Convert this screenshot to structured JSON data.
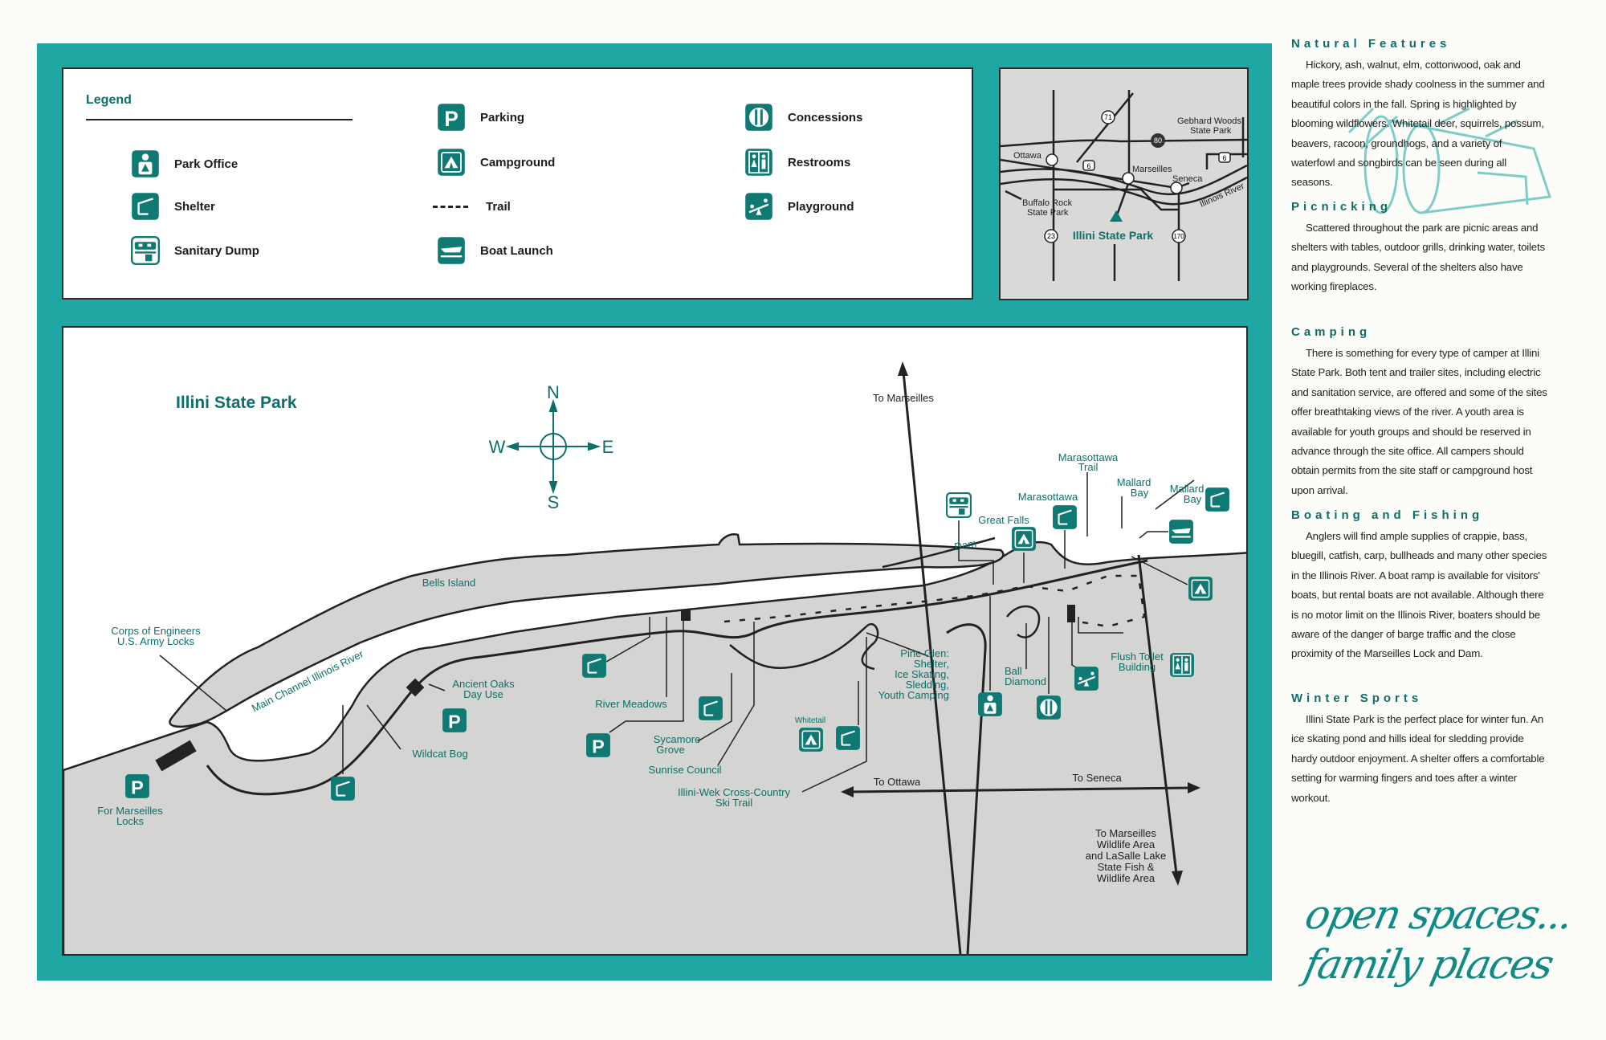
{
  "legend": {
    "title": "Legend",
    "items": [
      {
        "icon": "park-office-icon",
        "label": "Park Office"
      },
      {
        "icon": "shelter-icon",
        "label": "Shelter"
      },
      {
        "icon": "sanitary-dump-icon",
        "label": "Sanitary Dump"
      },
      {
        "icon": "parking-icon",
        "label": "Parking"
      },
      {
        "icon": "campground-icon",
        "label": "Campground"
      },
      {
        "icon": "trail-icon",
        "label": "Trail"
      },
      {
        "icon": "boat-launch-icon",
        "label": "Boat Launch"
      },
      {
        "icon": "concessions-icon",
        "label": "Concessions"
      },
      {
        "icon": "restrooms-icon",
        "label": "Restrooms"
      },
      {
        "icon": "playground-icon",
        "label": "Playground"
      }
    ]
  },
  "inset": {
    "towns": [
      "Ottawa",
      "Marseilles",
      "Seneca"
    ],
    "gebhard": [
      "Gebhard Woods",
      "State Park"
    ],
    "buffalo": [
      "Buffalo Rock",
      "State Park"
    ],
    "river": "Illinois River",
    "park": "Illini State Park",
    "routes": [
      "71",
      "80",
      "6",
      "6",
      "23",
      "170"
    ]
  },
  "map": {
    "title": "Illini State Park",
    "compass": {
      "n": "N",
      "s": "S",
      "e": "E",
      "w": "W"
    },
    "labels": {
      "to_marseilles": "To Marseilles",
      "bells_island": "Bells Island",
      "corps": [
        "Corps of Engineers",
        "U.S. Army Locks"
      ],
      "main_channel": "Main Channel Illinois River",
      "ancient_oaks": [
        "Ancient Oaks",
        "Day Use"
      ],
      "wildcat_bog": "Wildcat Bog",
      "for_locks": [
        "For Marseilles",
        "Locks"
      ],
      "river_meadows": "River Meadows",
      "sycamore": [
        "Sycamore",
        "Grove"
      ],
      "sunrise": "Sunrise Council",
      "ski_trail": [
        "Illini-Wek Cross-Country",
        "Ski Trail"
      ],
      "whitetail": "Whitetail",
      "pine_glen": [
        "Pine Glen:",
        "Shelter,",
        "Ice Skating,",
        "Sledding,",
        "Youth Camping"
      ],
      "ball_diamond": [
        "Ball",
        "Diamond"
      ],
      "flush_toilet": [
        "Flush Toilet",
        "Building"
      ],
      "great_falls": "Great Falls",
      "dam": "Dam",
      "marasottawa": "Marasottawa",
      "marasottawa_trail": [
        "Marasottawa",
        "Trail"
      ],
      "mallard_bay_1": [
        "Mallard",
        "Bay"
      ],
      "mallard_bay_2": [
        "Mallard",
        "Bay"
      ],
      "to_ottawa": "To Ottawa",
      "to_seneca": "To Seneca",
      "wildlife": [
        "To Marseilles",
        "Wildlife Area",
        "and LaSalle Lake",
        "State Fish &",
        "Wildlife Area"
      ]
    }
  },
  "sections": [
    {
      "heading": "Natural Features",
      "body": "Hickory, ash, walnut, elm, cottonwood, oak and maple trees provide shady coolness in the summer and beautiful colors in the fall. Spring is highlighted by blooming wildflowers. Whitetail deer, squirrels, possum, beavers, racoon, groundhogs, and a variety of waterfowl and songbirds can be seen during all seasons."
    },
    {
      "heading": "Picnicking",
      "body": "Scattered throughout the park are picnic areas and shelters with tables, outdoor grills, drinking water, toilets and playgrounds. Several of the shelters also have working fireplaces."
    },
    {
      "heading": "Camping",
      "body": "There is something for every type of camper at Illini State Park. Both tent and trailer sites, including electric and sanitation service, are offered and some of the sites offer breathtaking views of the river. A youth area is available for youth groups and should be reserved in advance through the site office. All campers should obtain permits from the site staff or campground host upon arrival."
    },
    {
      "heading": "Boating and Fishing",
      "body": "Anglers will find ample supplies of crappie, bass, bluegill, catfish, carp, bullheads and many other species in the Illinois River. A boat ramp is available for visitors' boats, but rental boats are not available. Although there is no motor limit on the Illinois River, boaters should be aware of the danger of barge traffic and the close proximity of the Marseilles Lock and Dam."
    },
    {
      "heading": "Winter Sports",
      "body": "Illini State Park is the perfect place for winter fun. An ice skating pond and hills ideal for sledding provide hardy outdoor enjoyment. A shelter offers a comfortable setting for warming fingers and toes after a winter workout."
    }
  ],
  "tagline": [
    "open spaces...",
    "family places"
  ],
  "colors": {
    "frame": "#1ea7a3",
    "icon": "#0e7a73",
    "land": "#d4d4d2",
    "text_teal": "#0d6f6a"
  }
}
